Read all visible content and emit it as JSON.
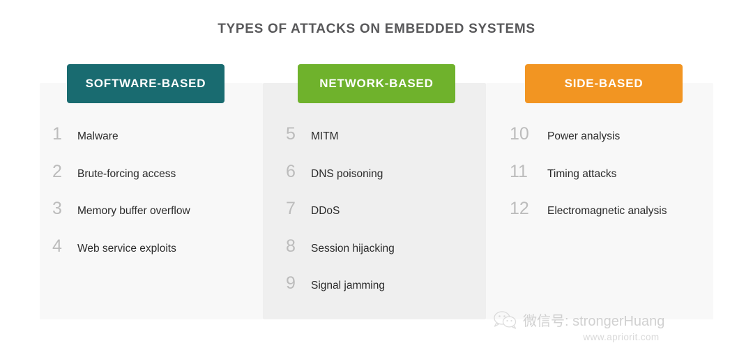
{
  "title": "TYPES OF ATTACKS ON EMBEDDED SYSTEMS",
  "colors": {
    "title_text": "#58585a",
    "software_header": "#196b70",
    "network_header": "#6fb22c",
    "side_header": "#f29522",
    "panel_light": "#f8f8f8",
    "panel_dark": "#efefef",
    "number_gray": "#bcbcbc",
    "label_text": "#2b2b2b",
    "page_background": "#ffffff"
  },
  "columns": [
    {
      "id": "software",
      "header": "SOFTWARE-BASED",
      "items": [
        {
          "number": "1",
          "label": "Malware"
        },
        {
          "number": "2",
          "label": "Brute-forcing access"
        },
        {
          "number": "3",
          "label": "Memory buffer overflow"
        },
        {
          "number": "4",
          "label": "Web service exploits"
        }
      ]
    },
    {
      "id": "network",
      "header": "NETWORK-BASED",
      "items": [
        {
          "number": "5",
          "label": "MITM"
        },
        {
          "number": "6",
          "label": "DNS poisoning"
        },
        {
          "number": "7",
          "label": "DDoS"
        },
        {
          "number": "8",
          "label": "Session hijacking"
        },
        {
          "number": "9",
          "label": "Signal jamming"
        }
      ]
    },
    {
      "id": "side",
      "header": "SIDE-BASED",
      "items": [
        {
          "number": "10",
          "label": "Power analysis"
        },
        {
          "number": "11",
          "label": "Timing attacks"
        },
        {
          "number": "12",
          "label": "Electromagnetic analysis"
        }
      ]
    }
  ],
  "watermark": {
    "icon": "wechat-icon",
    "handle": "微信号: strongerHuang",
    "url": "www.apriorit.com"
  }
}
